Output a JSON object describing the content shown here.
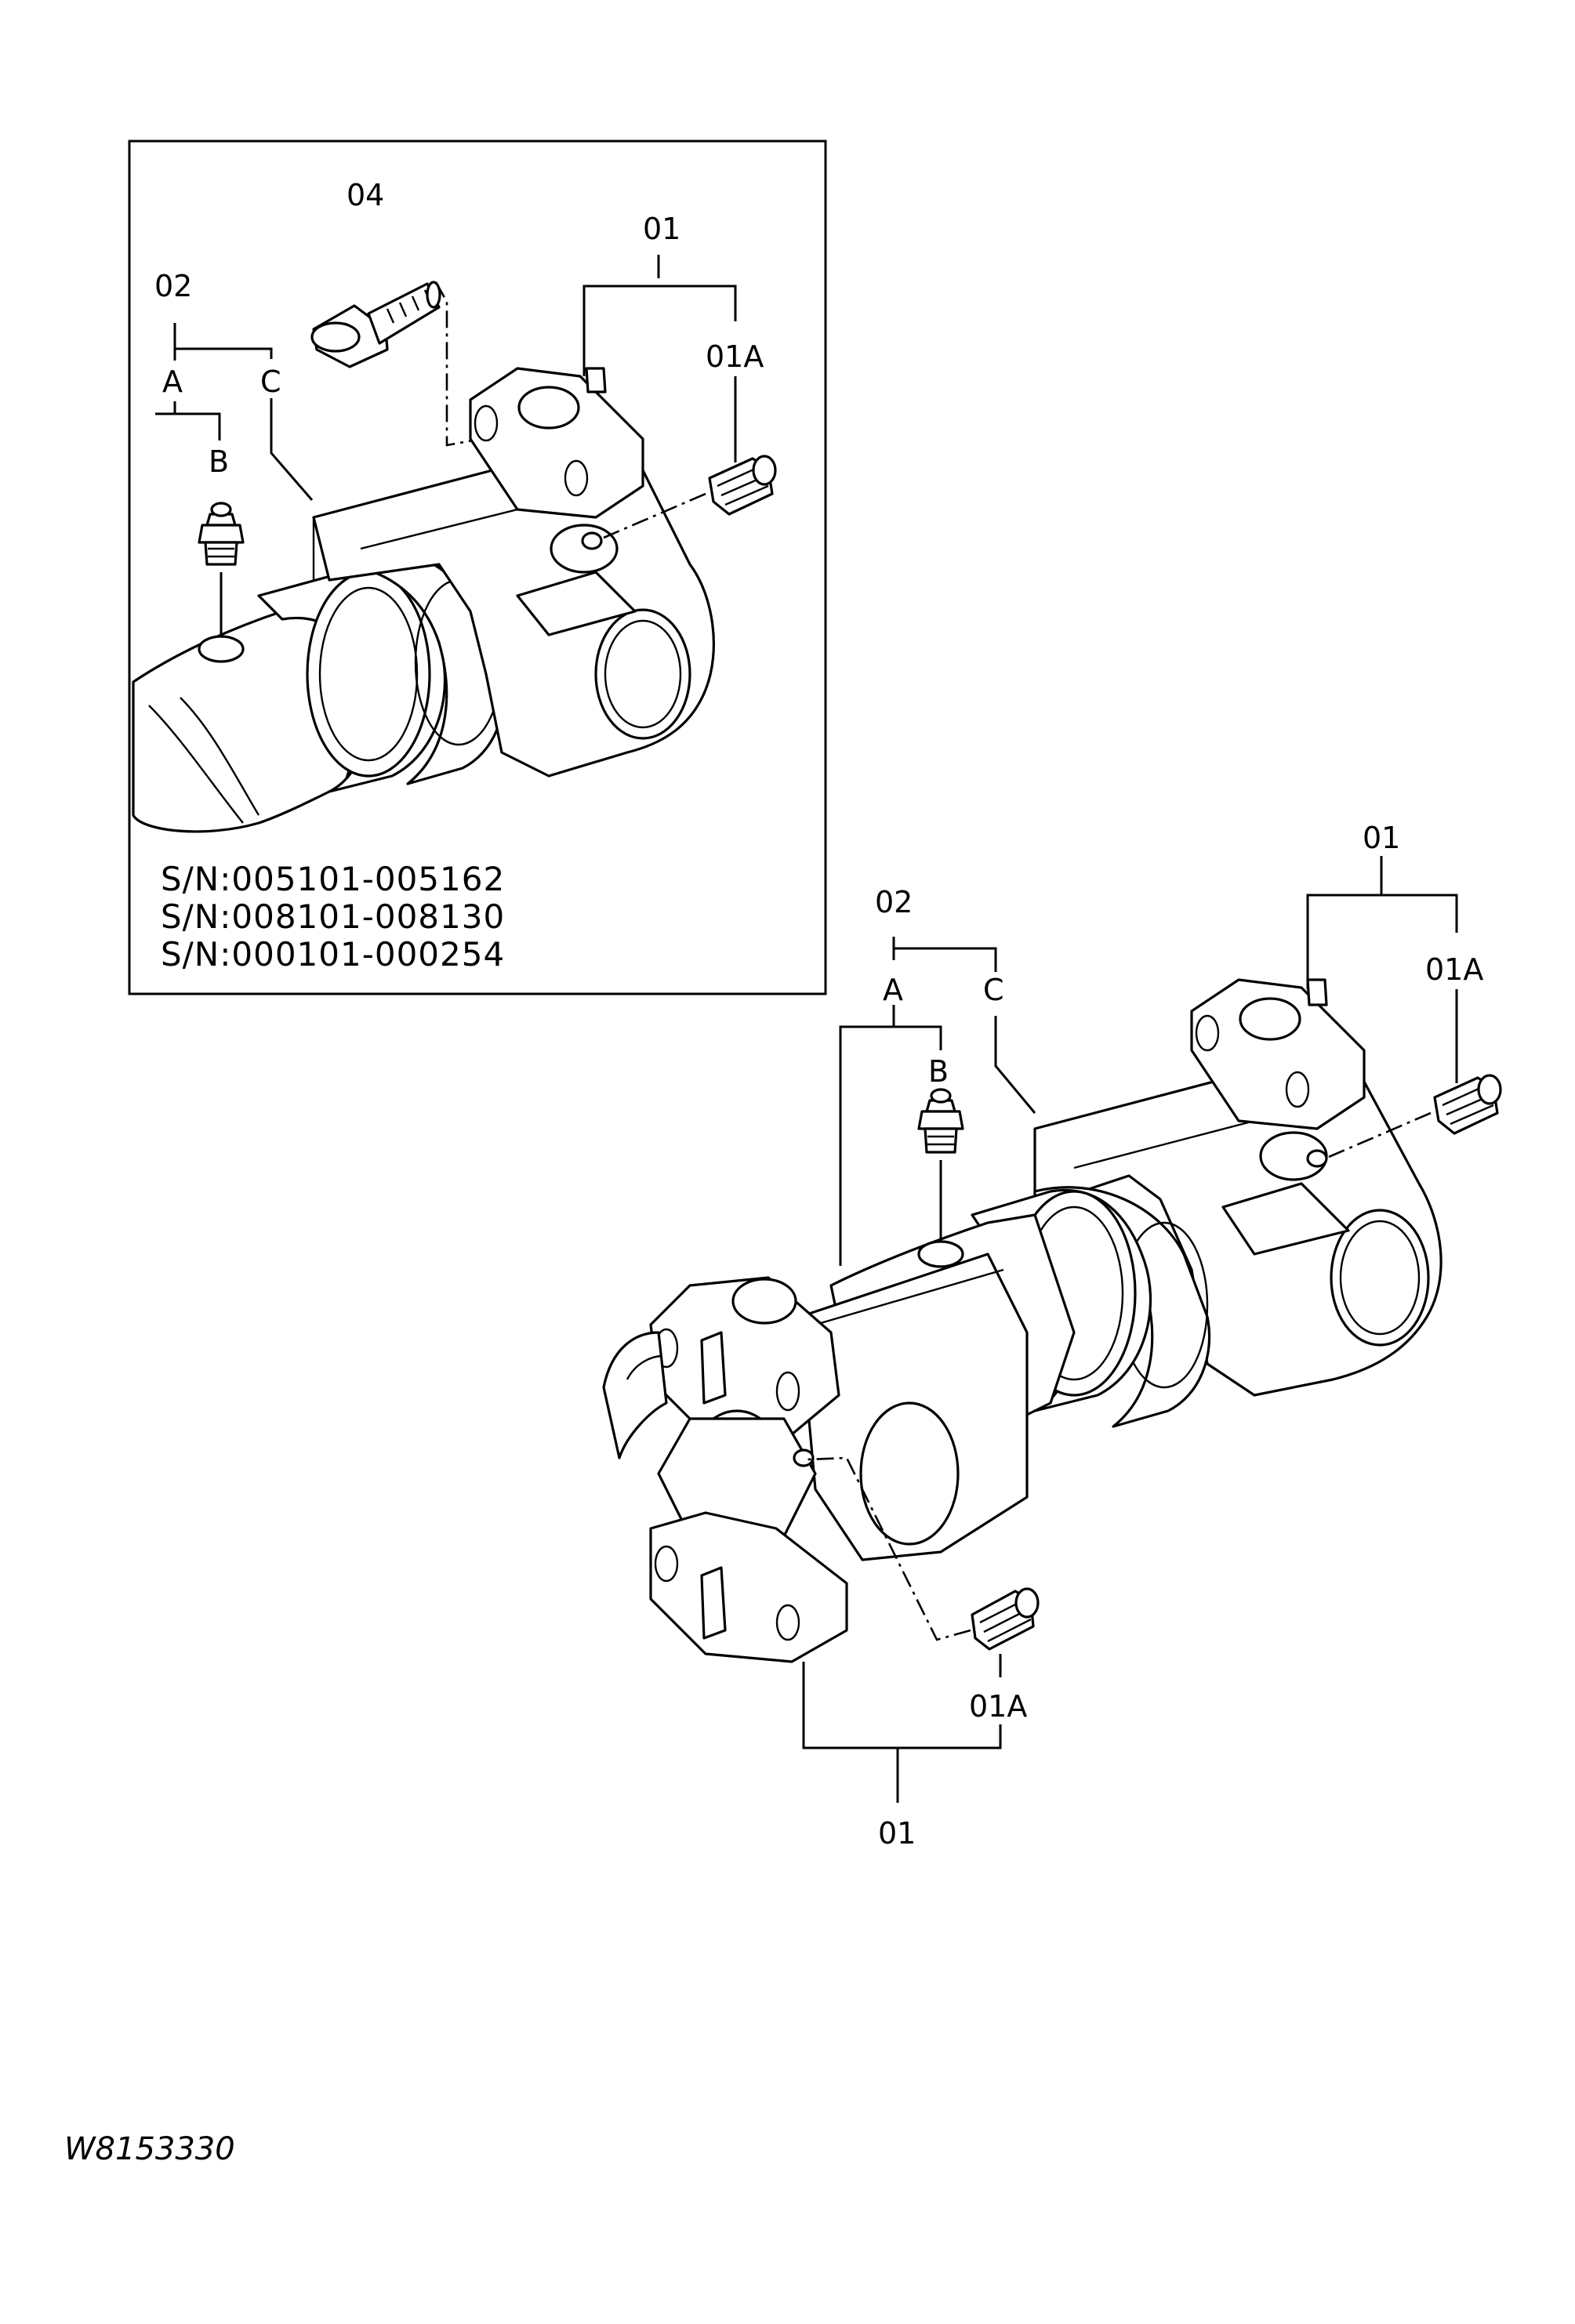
{
  "callouts": {
    "inset_04": "04",
    "inset_01": "01",
    "inset_02": "02",
    "inset_01A": "01A",
    "inset_A": "A",
    "inset_C": "C",
    "inset_B": "B",
    "main_01_top": "01",
    "main_01A_top": "01A",
    "main_02": "02",
    "main_A": "A",
    "main_C": "C",
    "main_B": "B",
    "main_01A_bottom": "01A",
    "main_01_bottom": "01"
  },
  "serial_numbers": [
    "S/N:005101-005162",
    "S/N:008101-008130",
    "S/N:000101-000254"
  ],
  "drawing_code": "W8153330"
}
